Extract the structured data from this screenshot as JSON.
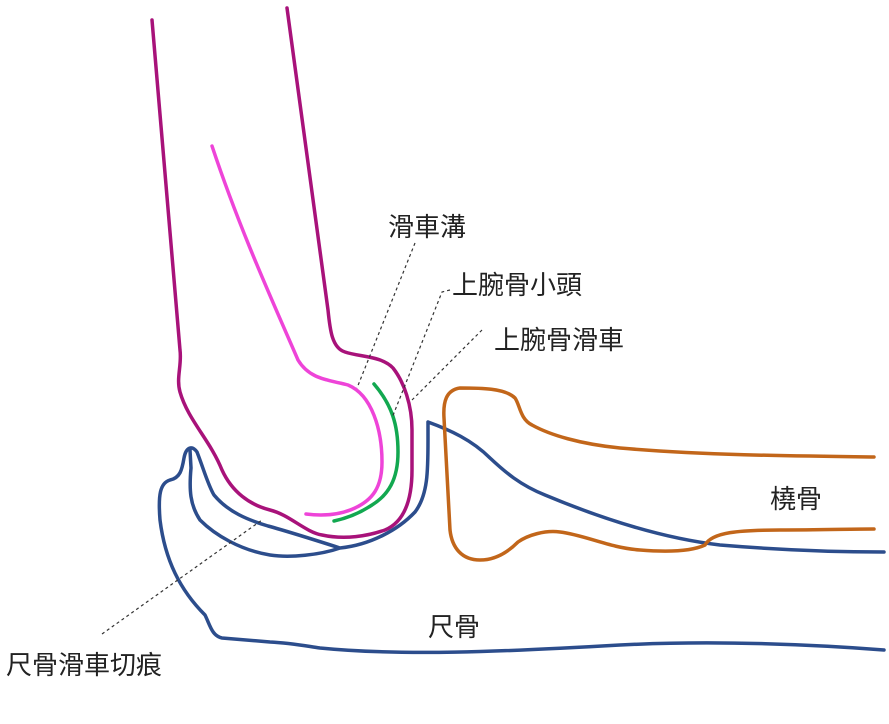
{
  "labels": {
    "trochlear_groove": "滑車溝",
    "capitulum": "上腕骨小頭",
    "trochlea": "上腕骨滑車",
    "radius": "橈骨",
    "ulna": "尺骨",
    "trochlear_notch": "尺骨滑車切痕"
  },
  "colors": {
    "humerus": "#a8127a",
    "trochlear_groove": "#ee44d8",
    "capitulum": "#12a850",
    "ulna": "#2c4d8c",
    "radius": "#c2661a",
    "text": "#222222"
  }
}
